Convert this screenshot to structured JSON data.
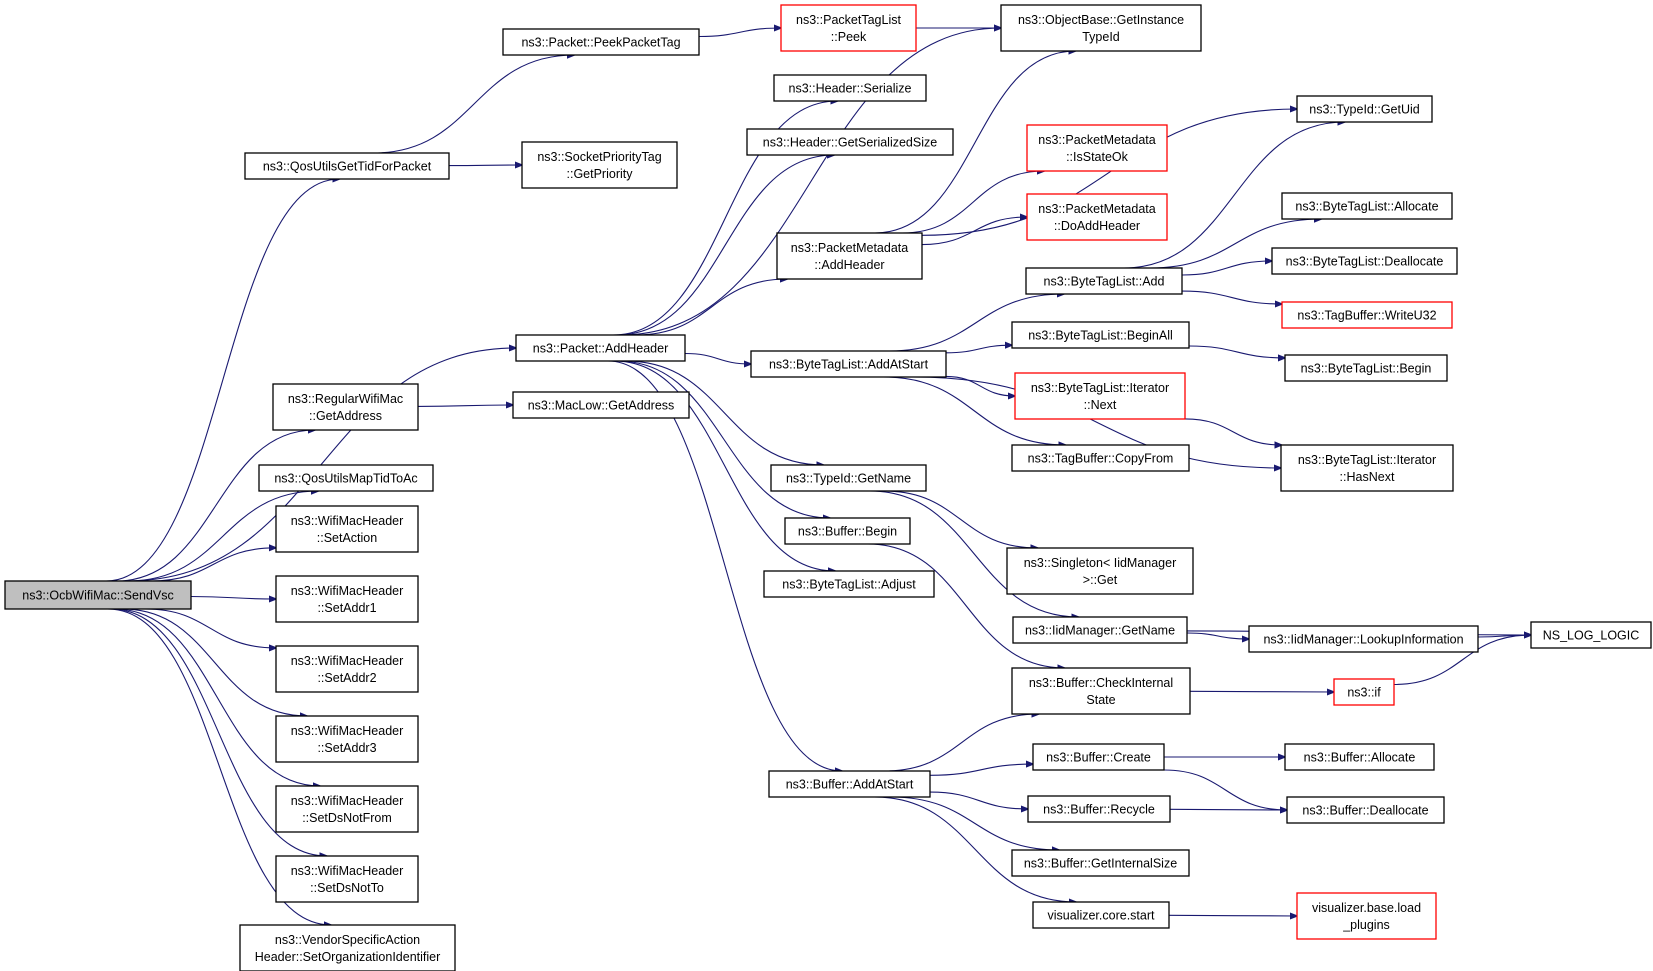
{
  "colors": {
    "edge": "#191970",
    "node_border": "#000000",
    "node_border_truncated": "#ff0000",
    "root_fill": "#bfbfbf",
    "node_fill": "#ffffff"
  },
  "nodes": {
    "sendvsc": {
      "lines": [
        "ns3::OcbWifiMac::SendVsc"
      ],
      "kind": "root"
    },
    "qostid": {
      "lines": [
        "ns3::QosUtilsGetTidForPacket"
      ],
      "kind": "normal"
    },
    "peekpt": {
      "lines": [
        "ns3::Packet::PeekPacketTag"
      ],
      "kind": "normal"
    },
    "ptlpeek": {
      "lines": [
        "ns3::PacketTagList",
        "::Peek"
      ],
      "kind": "truncated"
    },
    "getinst": {
      "lines": [
        "ns3::ObjectBase::GetInstance",
        "TypeId"
      ],
      "kind": "normal"
    },
    "sockprio": {
      "lines": [
        "ns3::SocketPriorityTag",
        "::GetPriority"
      ],
      "kind": "normal"
    },
    "hdrser": {
      "lines": [
        "ns3::Header::Serialize"
      ],
      "kind": "normal"
    },
    "hdrsize": {
      "lines": [
        "ns3::Header::GetSerializedSize"
      ],
      "kind": "normal"
    },
    "getuid": {
      "lines": [
        "ns3::TypeId::GetUid"
      ],
      "kind": "normal"
    },
    "pmstate": {
      "lines": [
        "ns3::PacketMetadata",
        "::IsStateOk"
      ],
      "kind": "truncated"
    },
    "pmdoadd": {
      "lines": [
        "ns3::PacketMetadata",
        "::DoAddHeader"
      ],
      "kind": "truncated"
    },
    "pmadd": {
      "lines": [
        "ns3::PacketMetadata",
        "::AddHeader"
      ],
      "kind": "normal"
    },
    "btlalloc": {
      "lines": [
        "ns3::ByteTagList::Allocate"
      ],
      "kind": "normal"
    },
    "btldealloc": {
      "lines": [
        "ns3::ByteTagList::Deallocate"
      ],
      "kind": "normal"
    },
    "btladd": {
      "lines": [
        "ns3::ByteTagList::Add"
      ],
      "kind": "normal"
    },
    "tbwrite": {
      "lines": [
        "ns3::TagBuffer::WriteU32"
      ],
      "kind": "truncated"
    },
    "btlbeginall": {
      "lines": [
        "ns3::ByteTagList::BeginAll"
      ],
      "kind": "normal"
    },
    "btlbegin": {
      "lines": [
        "ns3::ByteTagList::Begin"
      ],
      "kind": "normal"
    },
    "pkaddhdr": {
      "lines": [
        "ns3::Packet::AddHeader"
      ],
      "kind": "normal"
    },
    "btladdatstart": {
      "lines": [
        "ns3::ByteTagList::AddAtStart"
      ],
      "kind": "normal"
    },
    "itnext": {
      "lines": [
        "ns3::ByteTagList::Iterator",
        "::Next"
      ],
      "kind": "truncated"
    },
    "regaddr": {
      "lines": [
        "ns3::RegularWifiMac",
        "::GetAddress"
      ],
      "kind": "normal"
    },
    "maclowaddr": {
      "lines": [
        "ns3::MacLow::GetAddress"
      ],
      "kind": "normal"
    },
    "tbcopy": {
      "lines": [
        "ns3::TagBuffer::CopyFrom"
      ],
      "kind": "normal"
    },
    "ithasnext": {
      "lines": [
        "ns3::ByteTagList::Iterator",
        "::HasNext"
      ],
      "kind": "normal"
    },
    "qosmap": {
      "lines": [
        "ns3::QosUtilsMapTidToAc"
      ],
      "kind": "normal"
    },
    "typename": {
      "lines": [
        "ns3::TypeId::GetName"
      ],
      "kind": "normal"
    },
    "setaction": {
      "lines": [
        "ns3::WifiMacHeader",
        "::SetAction"
      ],
      "kind": "normal"
    },
    "bufbegin": {
      "lines": [
        "ns3::Buffer::Begin"
      ],
      "kind": "normal"
    },
    "singleton": {
      "lines": [
        "ns3::Singleton< IidManager",
        ">::Get"
      ],
      "kind": "normal"
    },
    "btladjust": {
      "lines": [
        "ns3::ByteTagList::Adjust"
      ],
      "kind": "normal"
    },
    "setaddr1": {
      "lines": [
        "ns3::WifiMacHeader",
        "::SetAddr1"
      ],
      "kind": "normal"
    },
    "iidname": {
      "lines": [
        "ns3::IidManager::GetName"
      ],
      "kind": "normal"
    },
    "iidlookup": {
      "lines": [
        "ns3::IidManager::LookupInformation"
      ],
      "kind": "normal"
    },
    "nslog": {
      "lines": [
        "NS_LOG_LOGIC"
      ],
      "kind": "normal"
    },
    "setaddr2": {
      "lines": [
        "ns3::WifiMacHeader",
        "::SetAddr2"
      ],
      "kind": "normal"
    },
    "bufcheck": {
      "lines": [
        "ns3::Buffer::CheckInternal",
        "State"
      ],
      "kind": "normal"
    },
    "nsif": {
      "lines": [
        "ns3::if"
      ],
      "kind": "truncated"
    },
    "setaddr3": {
      "lines": [
        "ns3::WifiMacHeader",
        "::SetAddr3"
      ],
      "kind": "normal"
    },
    "bufcreate": {
      "lines": [
        "ns3::Buffer::Create"
      ],
      "kind": "normal"
    },
    "bufalloc": {
      "lines": [
        "ns3::Buffer::Allocate"
      ],
      "kind": "normal"
    },
    "bufaddatstart": {
      "lines": [
        "ns3::Buffer::AddAtStart"
      ],
      "kind": "normal"
    },
    "setdsfrom": {
      "lines": [
        "ns3::WifiMacHeader",
        "::SetDsNotFrom"
      ],
      "kind": "normal"
    },
    "bufrecycle": {
      "lines": [
        "ns3::Buffer::Recycle"
      ],
      "kind": "normal"
    },
    "bufdealloc": {
      "lines": [
        "ns3::Buffer::Deallocate"
      ],
      "kind": "normal"
    },
    "bufsize": {
      "lines": [
        "ns3::Buffer::GetInternalSize"
      ],
      "kind": "normal"
    },
    "setdsto": {
      "lines": [
        "ns3::WifiMacHeader",
        "::SetDsNotTo"
      ],
      "kind": "normal"
    },
    "vizstart": {
      "lines": [
        "visualizer.core.start"
      ],
      "kind": "normal"
    },
    "vizload": {
      "lines": [
        "visualizer.base.load",
        "_plugins"
      ],
      "kind": "truncated"
    },
    "vendor": {
      "lines": [
        "ns3::VendorSpecificAction",
        "Header::SetOrganizationIdentifier"
      ],
      "kind": "normal"
    }
  },
  "edges": [
    [
      "sendvsc",
      "qostid"
    ],
    [
      "sendvsc",
      "pkaddhdr"
    ],
    [
      "sendvsc",
      "regaddr"
    ],
    [
      "sendvsc",
      "qosmap"
    ],
    [
      "sendvsc",
      "setaction"
    ],
    [
      "sendvsc",
      "setaddr1"
    ],
    [
      "sendvsc",
      "setaddr2"
    ],
    [
      "sendvsc",
      "setaddr3"
    ],
    [
      "sendvsc",
      "setdsfrom"
    ],
    [
      "sendvsc",
      "setdsto"
    ],
    [
      "sendvsc",
      "vendor"
    ],
    [
      "qostid",
      "peekpt"
    ],
    [
      "qostid",
      "sockprio"
    ],
    [
      "peekpt",
      "ptlpeek"
    ],
    [
      "ptlpeek",
      "getinst"
    ],
    [
      "pkaddhdr",
      "hdrser"
    ],
    [
      "pkaddhdr",
      "hdrsize"
    ],
    [
      "pkaddhdr",
      "getinst"
    ],
    [
      "pkaddhdr",
      "pmadd"
    ],
    [
      "pkaddhdr",
      "btladdatstart"
    ],
    [
      "pkaddhdr",
      "typename"
    ],
    [
      "pkaddhdr",
      "bufbegin"
    ],
    [
      "pkaddhdr",
      "btladjust"
    ],
    [
      "pkaddhdr",
      "bufaddatstart"
    ],
    [
      "pmadd",
      "getinst"
    ],
    [
      "pmadd",
      "getuid"
    ],
    [
      "pmadd",
      "pmstate"
    ],
    [
      "pmadd",
      "pmdoadd"
    ],
    [
      "btladdatstart",
      "btladd"
    ],
    [
      "btladdatstart",
      "btlbeginall"
    ],
    [
      "btladdatstart",
      "itnext"
    ],
    [
      "btladdatstart",
      "tbcopy"
    ],
    [
      "btladdatstart",
      "ithasnext"
    ],
    [
      "btladd",
      "getuid"
    ],
    [
      "btladd",
      "btlalloc"
    ],
    [
      "btladd",
      "btldealloc"
    ],
    [
      "btladd",
      "tbwrite"
    ],
    [
      "btlbeginall",
      "btlbegin"
    ],
    [
      "itnext",
      "ithasnext"
    ],
    [
      "regaddr",
      "maclowaddr"
    ],
    [
      "typename",
      "singleton"
    ],
    [
      "typename",
      "iidname"
    ],
    [
      "iidname",
      "iidlookup"
    ],
    [
      "iidname",
      "nslog"
    ],
    [
      "iidlookup",
      "nslog"
    ],
    [
      "bufbegin",
      "bufcheck"
    ],
    [
      "bufcheck",
      "nsif"
    ],
    [
      "nsif",
      "nslog"
    ],
    [
      "bufaddatstart",
      "bufcheck"
    ],
    [
      "bufaddatstart",
      "bufcreate"
    ],
    [
      "bufaddatstart",
      "bufrecycle"
    ],
    [
      "bufaddatstart",
      "bufsize"
    ],
    [
      "bufaddatstart",
      "vizstart"
    ],
    [
      "bufcreate",
      "bufalloc"
    ],
    [
      "bufcreate",
      "bufdealloc"
    ],
    [
      "bufrecycle",
      "bufdealloc"
    ],
    [
      "vizstart",
      "vizload"
    ]
  ]
}
